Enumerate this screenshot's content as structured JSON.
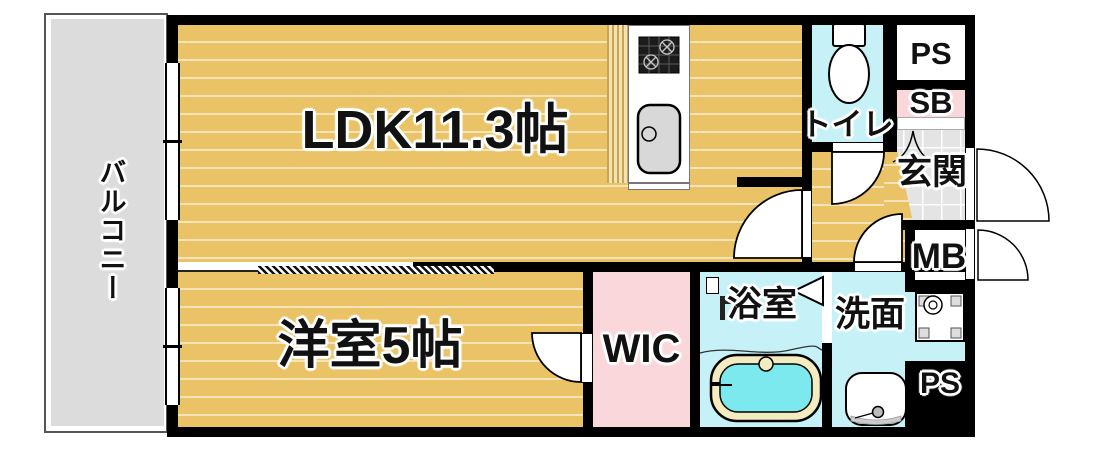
{
  "rooms": {
    "balcony": {
      "label": "バルコニー"
    },
    "ldk": {
      "label": "LDK11.3帖"
    },
    "western_room": {
      "label": "洋室5帖"
    },
    "wic": {
      "label": "WIC"
    },
    "bathroom": {
      "label": "浴室"
    },
    "washroom": {
      "label": "洗面"
    },
    "toilet": {
      "label": "トイレ"
    },
    "entrance": {
      "label": "玄関"
    },
    "pipe_space_top": {
      "label": "PS"
    },
    "shoe_box": {
      "label": "SB"
    },
    "meter_box": {
      "label": "MB"
    },
    "pipe_space_bottom": {
      "label": "PS"
    }
  },
  "colors": {
    "wall": "#000000",
    "floor_tan": "#e9c366",
    "wet_area_cyan": "#c6f2f7",
    "closet_pink": "#f9d7da",
    "balcony_gray": "#dcdcdc",
    "entry_tile_gray": "#e4e4e4",
    "bathtub_water": "#7ce9ef",
    "bathtub_rim": "#f2ecc0"
  }
}
